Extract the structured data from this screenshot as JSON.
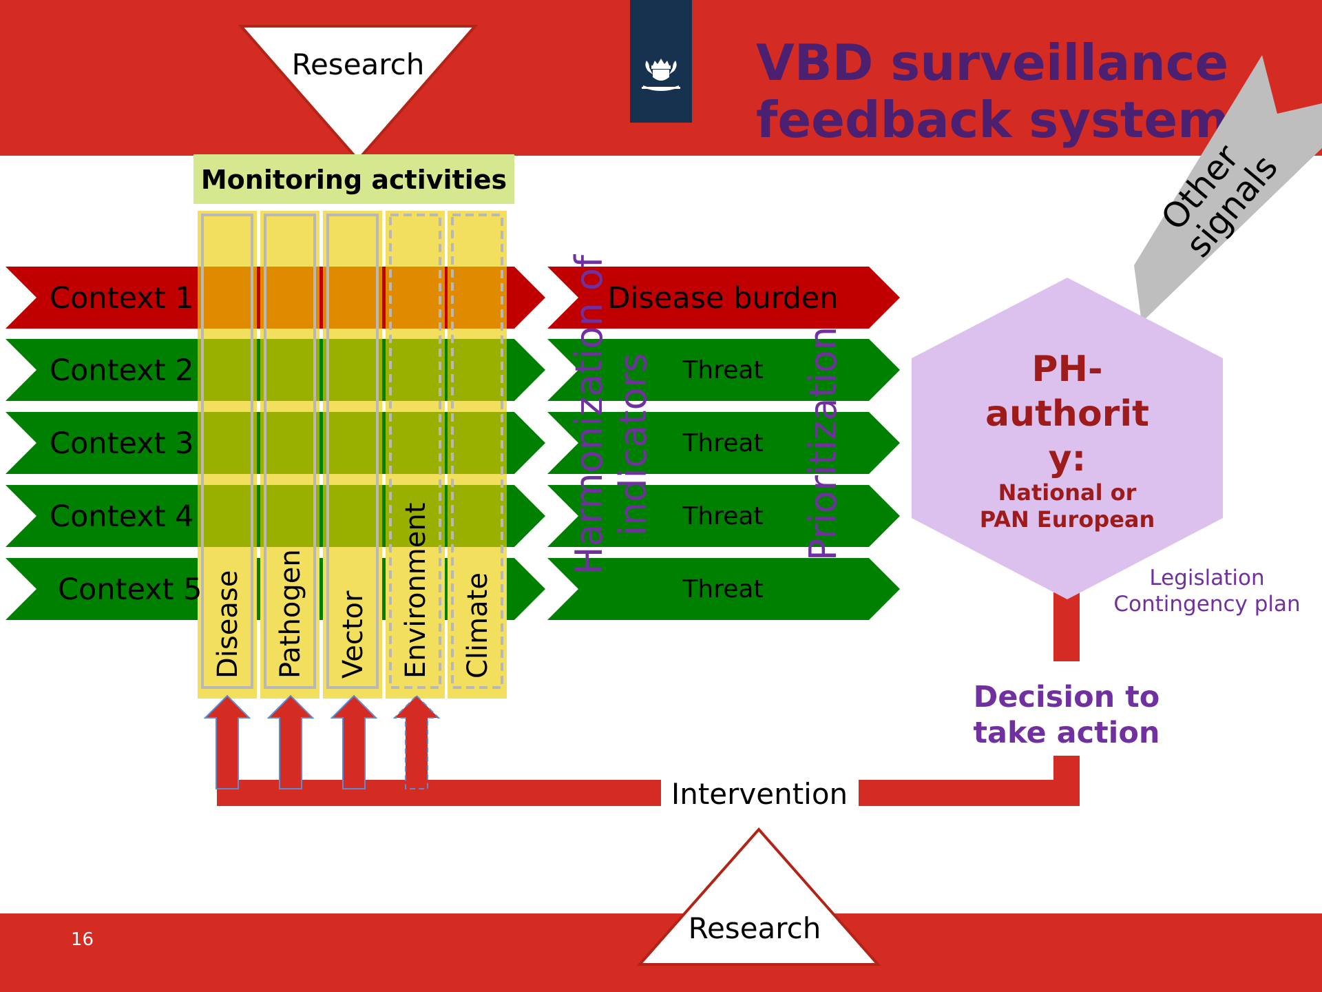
{
  "slide": {
    "title_line1": "VBD surveillance",
    "title_line2": "feedback system",
    "page_number": "16"
  },
  "research_top": "Research",
  "research_bottom": "Research",
  "monitoring_label": "Monitoring activities",
  "contexts": [
    "Context 1",
    "Context 2",
    "Context 3",
    "Context 4",
    "Context 5"
  ],
  "columns": [
    "Disease",
    "Pathogen",
    "Vector",
    "Environment",
    "Climate"
  ],
  "outputs": [
    "Disease burden",
    "Threat",
    "Threat",
    "Threat",
    "Threat"
  ],
  "harmonization_line1": "Harmonization of",
  "harmonization_line2": "indicators",
  "prioritization": "Prioritization",
  "other_signals_line1": "Other",
  "other_signals_line2": "signals",
  "authority": {
    "title_line1": "PH-",
    "title_line2": "authorit",
    "title_line3": "y:",
    "sub_line1": "National or",
    "sub_line2": "PAN European"
  },
  "legislation_line1": "Legislation",
  "legislation_line2": "Contingency plan",
  "decision_line1": "Decision to",
  "decision_line2": "take action",
  "intervention": "Intervention",
  "colors": {
    "brand_red": "#d42b22",
    "dark_red_arrow": "#c00000",
    "green_arrow": "#008000",
    "title_purple": "#4b2070",
    "accent_purple": "#7030a0",
    "monitoring_bg": "#d5e88f",
    "column_yellow": "#f2df5e",
    "cell_orange": "#e08a00",
    "cell_green": "#9ab000",
    "hexagon": "#dcc1ef",
    "authority_red": "#9e1b1b",
    "grey_arrow": "#bebebe",
    "logo_navy": "#16324f"
  }
}
